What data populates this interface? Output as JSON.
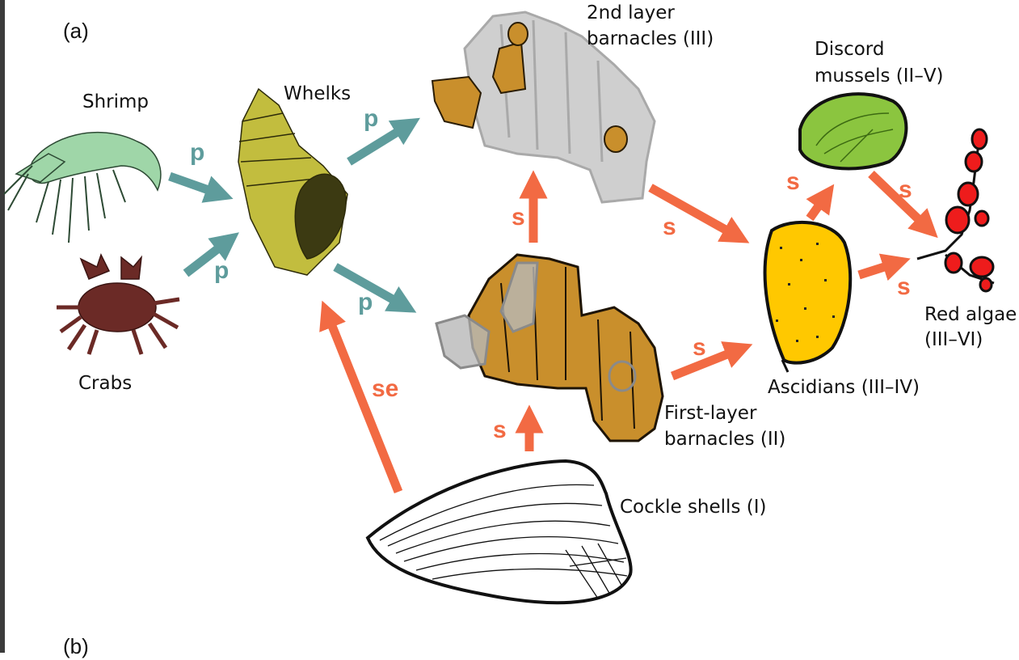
{
  "panel_labels": {
    "a": "(a)",
    "b": "(b)"
  },
  "species": {
    "shrimp": "Shrimp",
    "crabs": "Crabs",
    "whelks": "Whelks",
    "second_layer_line1": "2nd layer",
    "second_layer_line2": "barnacles (III)",
    "first_layer_line1": "First-layer",
    "first_layer_line2": "barnacles (II)",
    "mussels_line1": "Discord",
    "mussels_line2": "mussels (II–V)",
    "ascidians": "Ascidians (III–IV)",
    "red_algae_line1": "Red algae",
    "red_algae_line2": "(III–VI)",
    "cockle": "Cockle shells (I)"
  },
  "edge_labels": {
    "shrimp_whelks": "p",
    "crabs_whelks": "p",
    "whelks_second": "p",
    "whelks_first": "p",
    "cockle_whelks": "se",
    "cockle_first": "s",
    "first_second": "s",
    "second_ascidians": "s",
    "first_ascidians": "s",
    "ascidians_mussels": "s",
    "mussels_algae": "s",
    "ascidians_algae": "s"
  },
  "colors": {
    "predation_arrow": "#5e9c9c",
    "settlement_arrow": "#f26a43",
    "shrimp": "#9fd6a8",
    "crab": "#6b2a26",
    "whelk": "#b8b43a",
    "first_barnacle": "#c98f2c",
    "second_barnacle": "#cfcfcf",
    "mussel": "#8bc53f",
    "ascidian": "#ffc800",
    "red_algae": "#ee1c1c"
  }
}
